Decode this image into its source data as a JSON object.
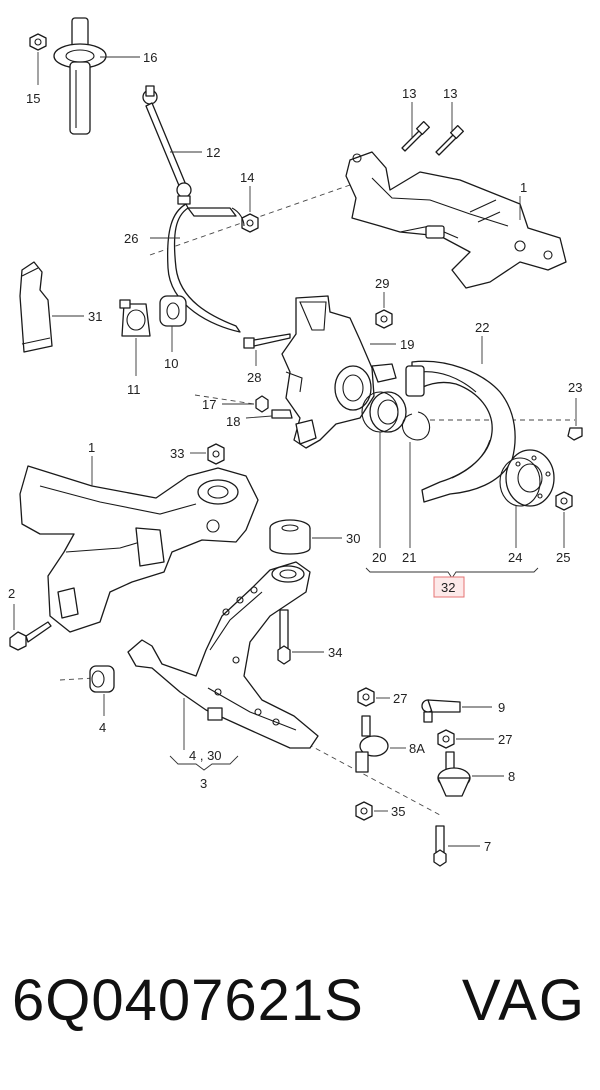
{
  "callouts": {
    "c1a": "1",
    "c1b": "1",
    "c2": "2",
    "c3": "3",
    "c4": "4",
    "c4_30": "4 , 30",
    "c7": "7",
    "c8": "8",
    "c8a": "8A",
    "c9": "9",
    "c10": "10",
    "c11": "11",
    "c12": "12",
    "c13a": "13",
    "c13b": "13",
    "c14": "14",
    "c15": "15",
    "c16": "16",
    "c17": "17",
    "c18": "18",
    "c19": "19",
    "c20": "20",
    "c21": "21",
    "c22": "22",
    "c23": "23",
    "c24": "24",
    "c25": "25",
    "c26": "26",
    "c27a": "27",
    "c27b": "27",
    "c28": "28",
    "c29": "29",
    "c30a": "30",
    "c31": "31",
    "c32": "32",
    "c33": "33",
    "c34": "34",
    "c35": "35"
  },
  "footer": {
    "part_number": "6Q0407621S",
    "brand": "VAG"
  },
  "colors": {
    "line": "#1a1a1a",
    "highlight_box": "#e57373",
    "highlight_fill": "#fde9e9"
  }
}
